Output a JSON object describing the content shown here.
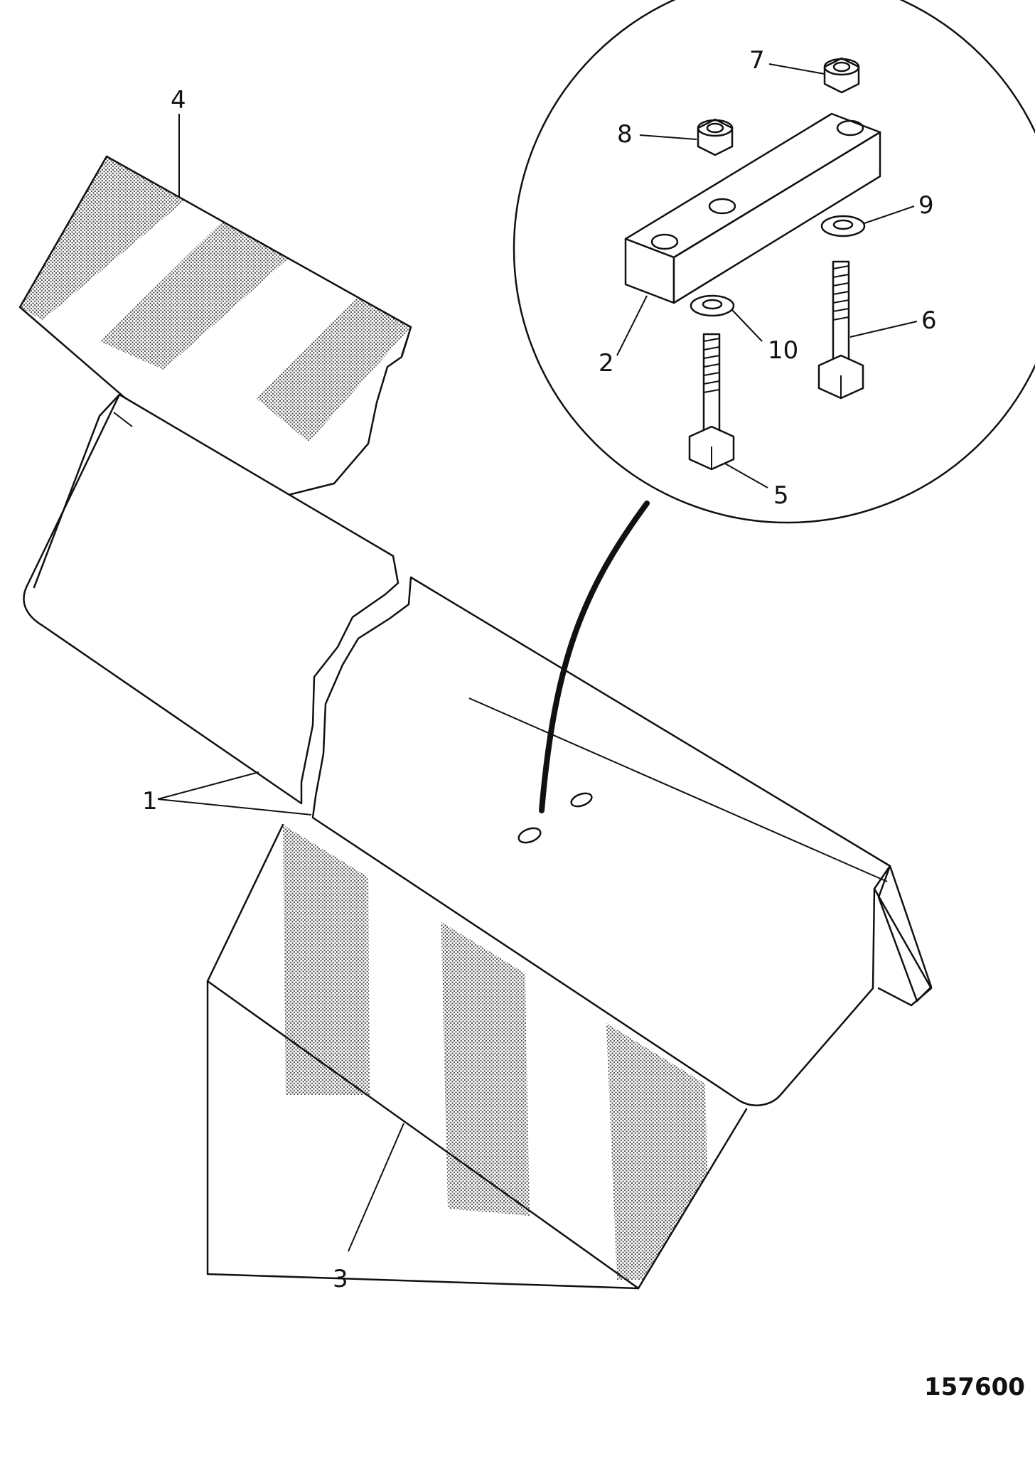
{
  "diagram": {
    "callouts": [
      {
        "id": "1",
        "text": "1"
      },
      {
        "id": "2",
        "text": "2"
      },
      {
        "id": "3",
        "text": "3"
      },
      {
        "id": "4",
        "text": "4"
      },
      {
        "id": "5",
        "text": "5"
      },
      {
        "id": "6",
        "text": "6"
      },
      {
        "id": "7",
        "text": "7"
      },
      {
        "id": "8",
        "text": "8"
      },
      {
        "id": "9",
        "text": "9"
      },
      {
        "id": "10",
        "text": "10"
      }
    ],
    "figure_number": "157600"
  }
}
